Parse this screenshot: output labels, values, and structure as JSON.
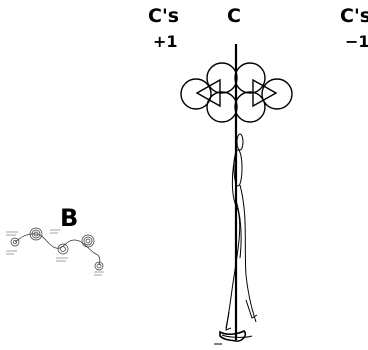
{
  "labels": {
    "left": "C's",
    "left_sub": "+1",
    "center": "C",
    "right": "C's",
    "right_sub": "−1",
    "panel_b": "B"
  },
  "colors": {
    "ink": "#000000",
    "background": "#ffffff"
  }
}
